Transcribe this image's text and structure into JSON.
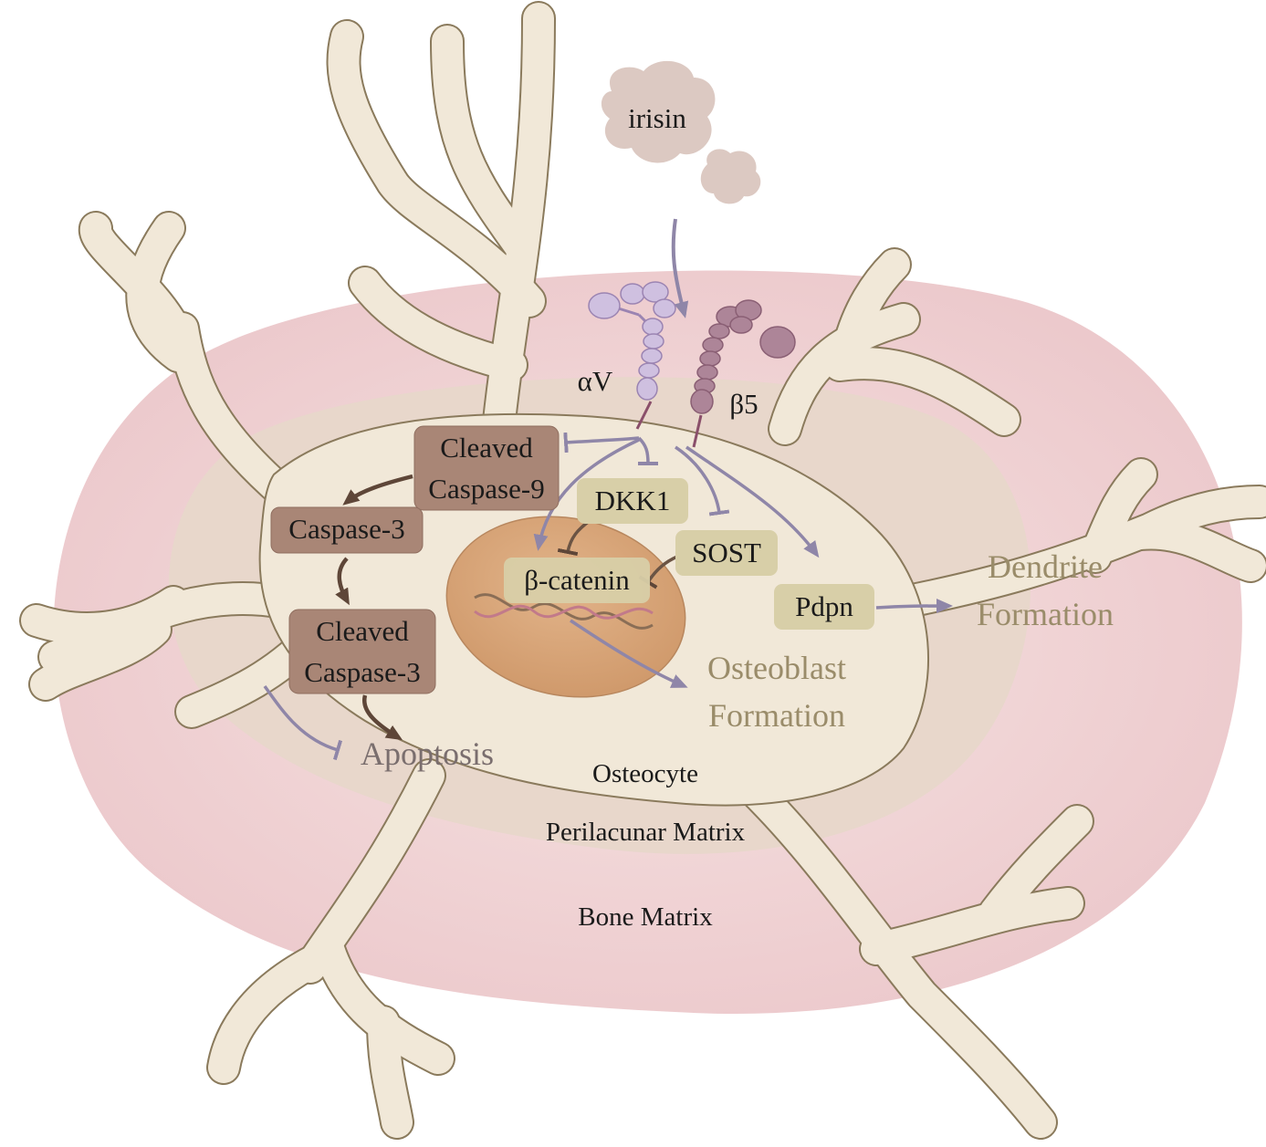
{
  "labels": {
    "irisin": "irisin",
    "alphaV": "αV",
    "beta5": "β5",
    "cleaved_caspase9_line1": "Cleaved",
    "cleaved_caspase9_line2": "Caspase-9",
    "caspase3": "Caspase-3",
    "cleaved_caspase3_line1": "Cleaved",
    "cleaved_caspase3_line2": "Caspase-3",
    "dkk1": "DKK1",
    "sost": "SOST",
    "beta_catenin": "β-catenin",
    "pdpn": "Pdpn",
    "dendrite_line1": "Dendrite",
    "dendrite_line2": "Formation",
    "osteoblast_line1": "Osteoblast",
    "osteoblast_line2": "Formation",
    "apoptosis": "Apoptosis",
    "osteocyte": "Osteocyte",
    "perilacunar": "Perilacunar Matrix",
    "bone_matrix": "Bone Matrix"
  },
  "colors": {
    "bone_matrix": "#efd0d2",
    "perilacunar": "#e6d9cc",
    "cell": "#f1e8d8",
    "cell_outline": "#8a7a5c",
    "nucleus": "#d9a97e",
    "brown_box": "#a98676",
    "olive_box": "#d8cfa8",
    "arrow_purple": "#8f86a8",
    "arrow_brown": "#5e4638",
    "alphaV": "#cfc0e0",
    "beta5": "#ad8598",
    "irisin": "#dcc9c2"
  }
}
